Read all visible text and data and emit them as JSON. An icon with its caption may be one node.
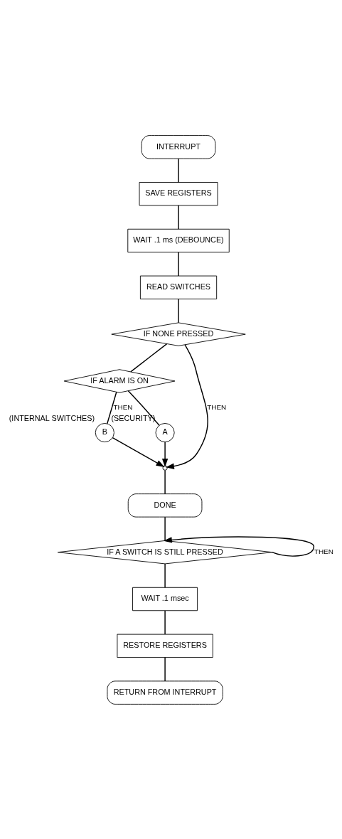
{
  "diagram": {
    "nodes": [
      {
        "text": [
          "INTERRUPT"
        ]
      },
      {
        "text": [
          "SAVE REGISTERS"
        ]
      },
      {
        "text": [
          "WAIT .1 ms (DEBOUNCE)"
        ]
      },
      {
        "text": [
          "READ SWITCHES"
        ]
      },
      {
        "text": [
          "IF NONE PRESSED"
        ]
      },
      {
        "text": [
          "IF ALARM IS ON"
        ]
      },
      {
        "text": [
          "B"
        ],
        "beside": [
          "(INTERNAL SWITCHES)"
        ]
      },
      {
        "text": [
          "A"
        ],
        "beside": [
          "(SECURITY)"
        ]
      },
      {
        "text": [],
        "shape": "circle"
      },
      {
        "text": [
          "DONE"
        ]
      },
      {
        "text": [
          "IF A SWITCH IS STILL PRESSED"
        ]
      },
      {
        "text": [
          "WAIT .1 msec"
        ]
      },
      {
        "text": [
          "RESTORE REGISTERS"
        ]
      },
      {
        "text": [
          "RETURN FROM INTERRUPT"
        ]
      }
    ],
    "edges": [
      {
        "from": 0,
        "to": 1,
        "arrow": "none"
      },
      {
        "from": 1,
        "to": 2,
        "arrow": "none"
      },
      {
        "from": 2,
        "to": 3,
        "arrow": "none"
      },
      {
        "from": 3,
        "to": 4,
        "arrow": "none"
      },
      {
        "from": 4,
        "to": 5,
        "arrow": "none"
      },
      {
        "from": 5,
        "to": 6,
        "label": "THEN",
        "arrow": "none"
      },
      {
        "from": 5,
        "to": 7,
        "arrow": "none"
      },
      {
        "from": 6,
        "to": 8,
        "arrow": "to"
      },
      {
        "from": 7,
        "to": 8,
        "arrow": "to"
      },
      {
        "from": 4,
        "to": 8,
        "label": "THEN",
        "arrow": "to"
      },
      {
        "from": 8,
        "to": 9,
        "arrow": "none"
      },
      {
        "from": 9,
        "to": 10,
        "arrow": "none"
      },
      {
        "from": 10,
        "to": 10,
        "label": "THEN",
        "arrow": "to"
      },
      {
        "from": 10,
        "to": 11,
        "arrow": "none"
      },
      {
        "from": 11,
        "to": 12,
        "arrow": "none"
      },
      {
        "from": 12,
        "to": 13,
        "arrow": "none"
      }
    ]
  }
}
